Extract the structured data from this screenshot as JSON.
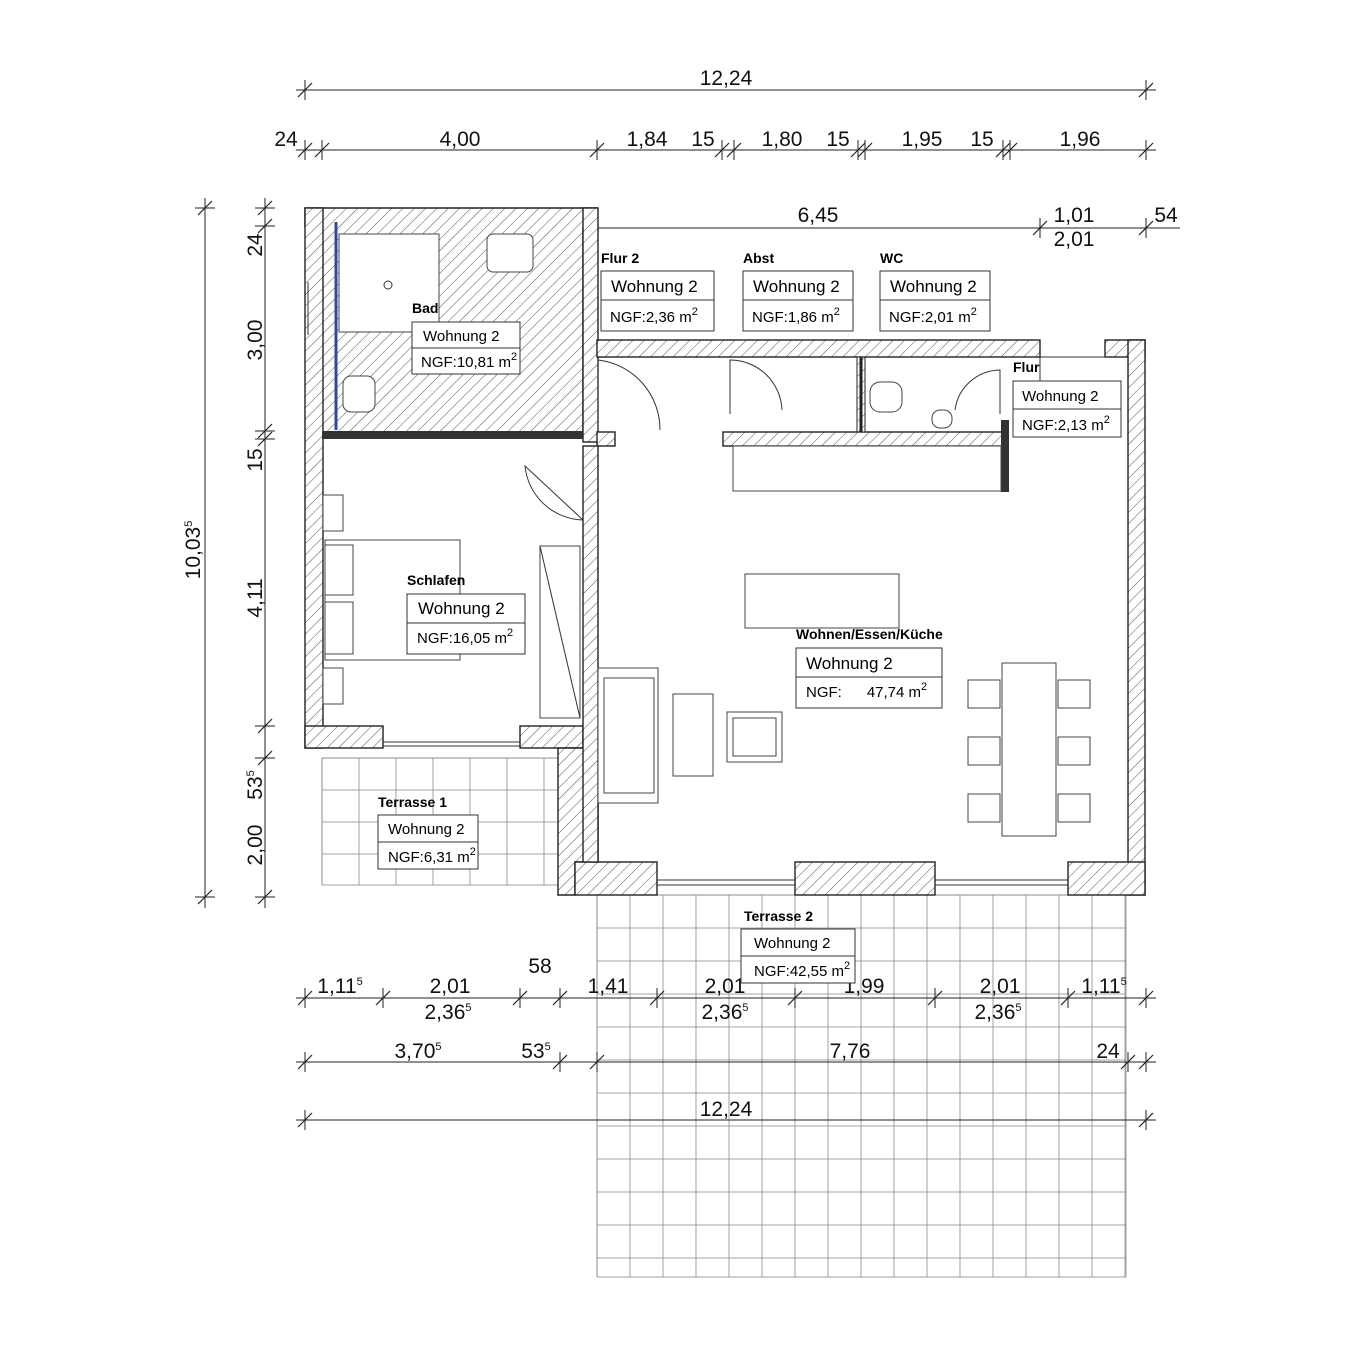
{
  "dimensions": {
    "top_total": "12,24",
    "top_row": [
      "24",
      "4,00",
      "1,84",
      "15",
      "1,80",
      "15",
      "1,95",
      "15",
      "1,96"
    ],
    "upper_right": {
      "a": "6,45",
      "b": "1,01",
      "c": "2,01",
      "d": "54"
    },
    "left_total": "10,03",
    "left_total_sup": "5",
    "left_row": [
      "24",
      "3,00",
      "15",
      "4,11",
      "53",
      "2,00"
    ],
    "left_row_sup": {
      "53": "5"
    },
    "bottom_row1": [
      "1,11",
      "2,01",
      "58",
      "1,41",
      "2,01",
      "1,99",
      "2,01",
      "1,11"
    ],
    "bottom_row1_sup": "5",
    "bottom_row1b": [
      "2,36",
      "2,36",
      "2,36"
    ],
    "bottom_row2": [
      "3,70",
      "53",
      "7,76",
      "24"
    ],
    "bottom_total": "12,24"
  },
  "rooms": [
    {
      "name": "Bad",
      "unit": "Wohnung 2",
      "ngf": "NGF:10,81 m",
      "sup": "2"
    },
    {
      "name": "Flur 2",
      "unit": "Wohnung 2",
      "ngf": "NGF:2,36 m",
      "sup": "2"
    },
    {
      "name": "Abst",
      "unit": "Wohnung 2",
      "ngf": "NGF:1,86 m",
      "sup": "2"
    },
    {
      "name": "WC",
      "unit": "Wohnung 2",
      "ngf": "NGF:2,01 m",
      "sup": "2"
    },
    {
      "name": "Flur",
      "unit": "Wohnung 2",
      "ngf": "NGF:2,13 m",
      "sup": "2"
    },
    {
      "name": "Schlafen",
      "unit": "Wohnung 2",
      "ngf": "NGF:16,05 m",
      "sup": "2"
    },
    {
      "name": "Wohnen/Essen/Küche",
      "unit": "Wohnung 2",
      "ngf": "NGF:      47,74 m",
      "sup": "2"
    },
    {
      "name": "Terrasse 1",
      "unit": "Wohnung 2",
      "ngf": "NGF:6,31 m",
      "sup": "2"
    },
    {
      "name": "Terrasse 2",
      "unit": "Wohnung 2",
      "ngf": "NGF:42,55 m",
      "sup": "2"
    }
  ]
}
